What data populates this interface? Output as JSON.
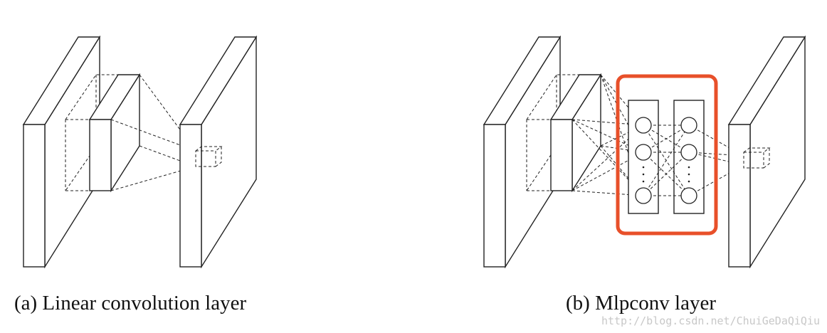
{
  "diagram": {
    "caption_a": "(a) Linear convolution layer",
    "caption_b": "(b) Mlpconv layer",
    "watermark": "http://blog.csdn.net/ChuiGeDaQiQiu",
    "highlight_color": "#e8502a",
    "line_color": "#222222",
    "mlp_hidden_units_per_layer": 3,
    "mlp_hidden_layers": 2
  }
}
